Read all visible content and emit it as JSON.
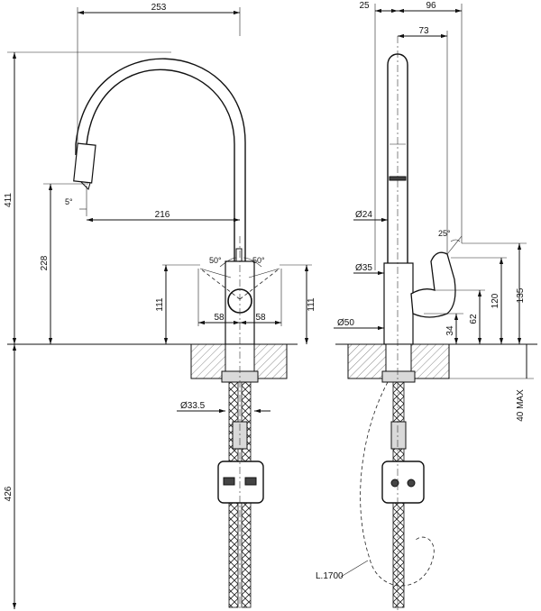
{
  "front_view": {
    "dims": {
      "width_253": "253",
      "height_411": "411",
      "angle_5": "5°",
      "reach_216": "216",
      "height_228": "228",
      "angle_50_left": "50°",
      "angle_50_right": "50°",
      "height_111_left": "111",
      "height_111_right": "111",
      "offset_58_left": "58",
      "offset_58_right": "58",
      "diameter_33_5": "Ø33.5",
      "depth_426": "426"
    }
  },
  "side_view": {
    "dims": {
      "dim_25": "25",
      "dim_96": "96",
      "dim_73": "73",
      "diameter_24": "Ø24",
      "angle_25": "25°",
      "diameter_35": "Ø35",
      "diameter_50": "Ø50",
      "dim_135": "135",
      "dim_120": "120",
      "dim_62": "62",
      "dim_34": "34",
      "max_40": "40 MAX",
      "hose_length": "L.1700"
    }
  },
  "colors": {
    "line": "#111111",
    "background": "#ffffff"
  }
}
